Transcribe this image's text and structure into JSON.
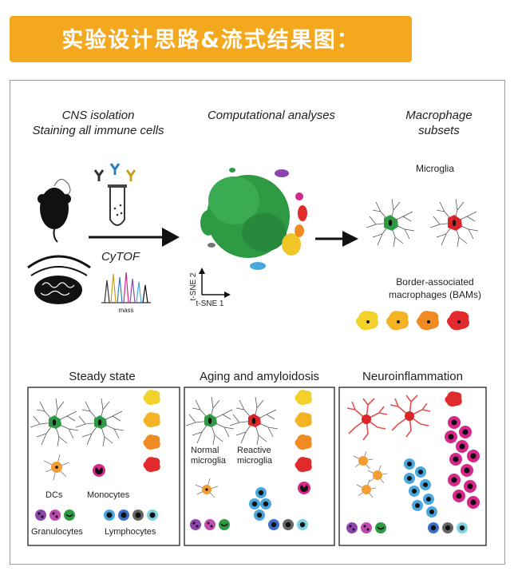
{
  "banner": {
    "title": "实验设计思路&流式结果图：",
    "color": "#f4a81d"
  },
  "top": {
    "col1_line1": "CNS isolation",
    "col1_line2": "Staining all immune cells",
    "col2_title": "Computational analyses",
    "col3_line1": "Macrophage",
    "col3_line2": "subsets",
    "cytof": "CyTOF",
    "mass": "mass",
    "tsne1": "t-SNE 1",
    "tsne2": "t-SNE 2",
    "microglia": "Microglia",
    "bam_line1": "Border-associated",
    "bam_line2": "macrophages (BAMs)"
  },
  "panels": {
    "steady": {
      "title": "Steady state",
      "dcs": "DCs",
      "monocytes": "Monocytes",
      "granulocytes": "Granulocytes",
      "lymphocytes": "Lymphocytes"
    },
    "aging": {
      "title": "Aging and amyloidosis",
      "normal1": "Normal",
      "normal2": "microglia",
      "reactive1": "Reactive",
      "reactive2": "microglia"
    },
    "neuro": {
      "title": "Neuroinflammation"
    }
  },
  "colors": {
    "microglia_green": "#2e9a44",
    "microglia_red": "#d9262b",
    "bam_yellow": "#f2d22a",
    "bam_gold": "#f3b324",
    "bam_orange": "#f08a22",
    "bam_red": "#e02a2b",
    "monocyte_magenta": "#d5288a",
    "lymph_blue": "#49a7dd",
    "granulocyte_purple": "#8e44ad",
    "dc_orange": "#f39c34"
  },
  "icons": [
    "mouse-icon",
    "brain-icon",
    "antibody-icon",
    "test-tube-icon",
    "mass-spectrum-icon",
    "arrow-icon"
  ]
}
